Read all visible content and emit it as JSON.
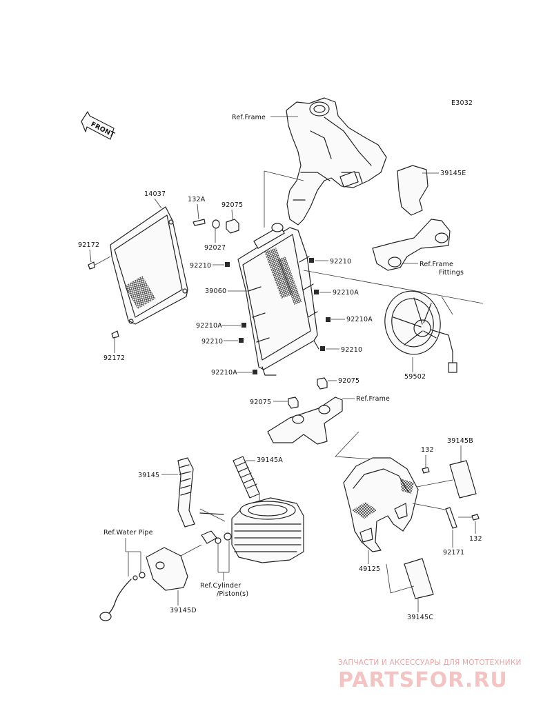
{
  "diagram_id": "E3032",
  "front_arrow": "FRONT",
  "labels": {
    "ref_frame_top": "Ref.Frame",
    "l39145E": "39145E",
    "l14037": "14037",
    "l132A": "132A",
    "l92075_top": "92075",
    "l92027": "92027",
    "l92172_top": "92172",
    "l92210_a": "92210",
    "l92210_b": "92210",
    "l39060": "39060",
    "l92210A_a": "92210A",
    "l92210A_b": "92210A",
    "l92210A_c": "92210A",
    "l92210_c": "92210",
    "l92210_d": "92210",
    "l92210A_d": "92210A",
    "l92172_bottom": "92172",
    "ref_frame_fittings_1": "Ref.Frame",
    "ref_frame_fittings_2": "Fittings",
    "l59502": "59502",
    "l92075_mid": "92075",
    "l92075_low": "92075",
    "ref_frame_low": "Ref.Frame",
    "l39145A": "39145A",
    "l39145": "39145",
    "ref_water_pipe": "Ref.Water Pipe",
    "ref_cyl_1": "Ref.Cylinder",
    "ref_cyl_2": "/Piston(s)",
    "l39145D": "39145D",
    "l132_top": "132",
    "l39145B": "39145B",
    "l49125": "49125",
    "l92171": "92171",
    "l132_right": "132",
    "l39145C": "39145C"
  },
  "watermark": {
    "line1": "ЗАПЧАСТИ И АКСЕССУАРЫ ДЛЯ МОТОТЕХНИКИ",
    "line2": "PARTSFOR.RU",
    "color": "#e06060"
  }
}
